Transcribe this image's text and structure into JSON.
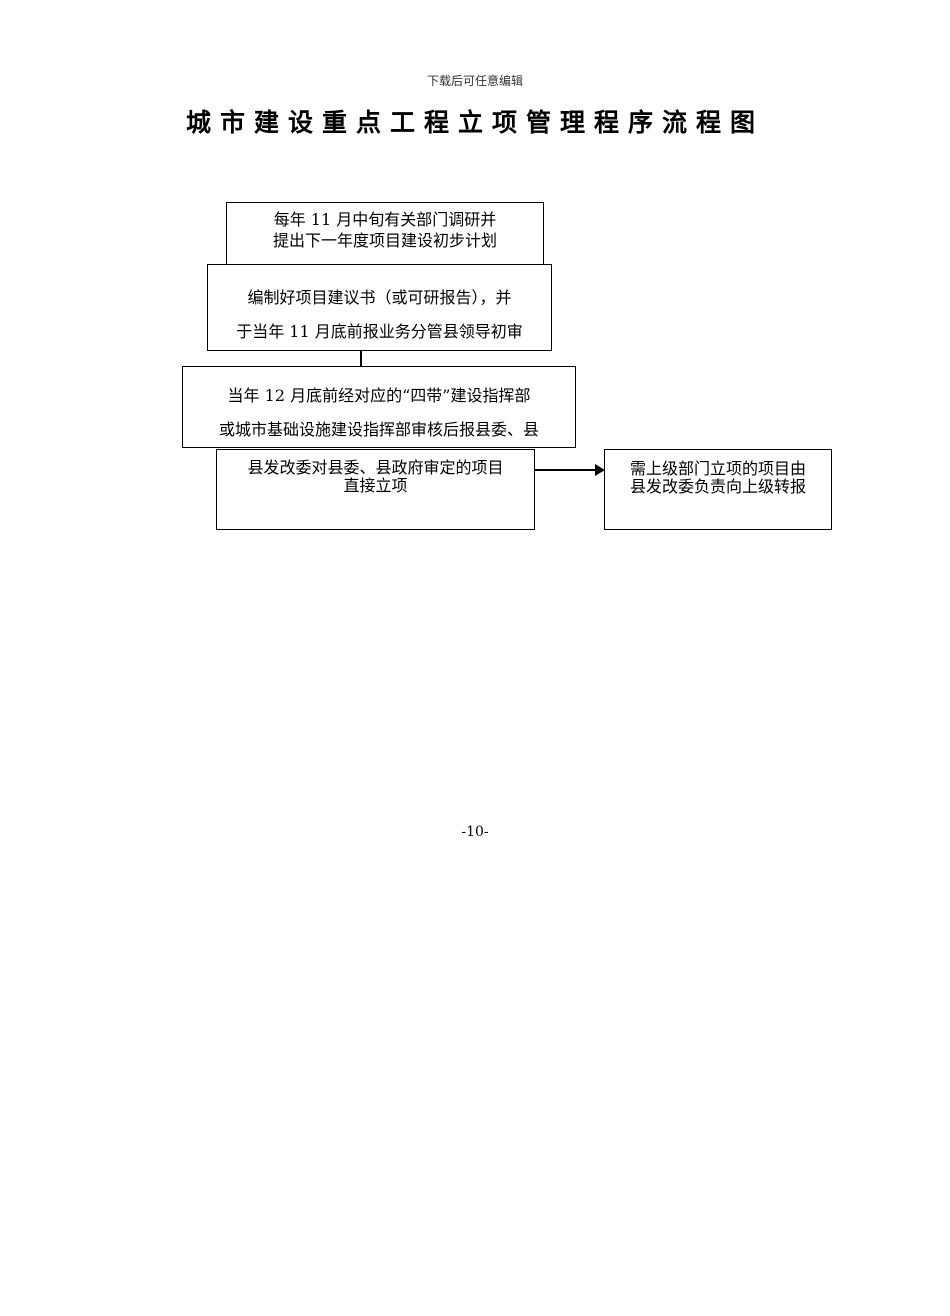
{
  "header": {
    "note": "下载后可任意编辑"
  },
  "title": "城市建设重点工程立项管理程序流程图",
  "flowchart": {
    "nodes": [
      {
        "id": "step1",
        "lines": [
          "每年 11 月中旬有关部门调研并",
          "提出下一年度项目建设初步计划"
        ]
      },
      {
        "id": "step2",
        "lines": [
          "编制好项目建议书（或可研报告），并",
          "于当年 11 月底前报业务分管县领导初审"
        ]
      },
      {
        "id": "step3",
        "lines": [
          "当年 12 月底前经对应的“四带”建设指挥部",
          "或城市基础设施建设指挥部审核后报县委、县"
        ]
      },
      {
        "id": "step4",
        "lines": [
          "县发改委对县委、县政府审定的项目",
          "直接立项"
        ]
      },
      {
        "id": "step5",
        "lines": [
          "需上级部门立项的项目由",
          "县发改委负责向上级转报"
        ]
      }
    ],
    "edges": [
      {
        "from": "step1",
        "to": "step2"
      },
      {
        "from": "step2",
        "to": "step3"
      },
      {
        "from": "step3",
        "to": "step4"
      },
      {
        "from": "step4",
        "to": "step5"
      }
    ]
  },
  "footer": {
    "page_number": "-10-"
  }
}
